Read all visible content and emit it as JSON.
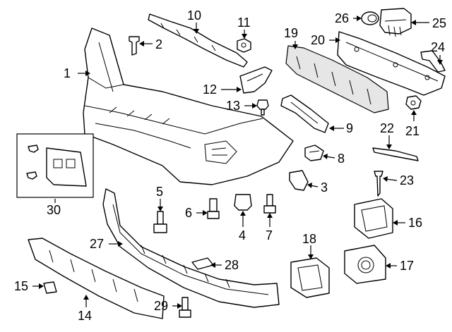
{
  "callouts": {
    "c1": "1",
    "c2": "2",
    "c3": "3",
    "c4": "4",
    "c5": "5",
    "c6": "6",
    "c7": "7",
    "c8": "8",
    "c9": "9",
    "c10": "10",
    "c11": "11",
    "c12": "12",
    "c13": "13",
    "c14": "14",
    "c15": "15",
    "c16": "16",
    "c17": "17",
    "c18": "18",
    "c19": "19",
    "c20": "20",
    "c21": "21",
    "c22": "22",
    "c23": "23",
    "c24": "24",
    "c25": "25",
    "c26": "26",
    "c27": "27",
    "c28": "28",
    "c29": "29",
    "c30": "30"
  }
}
